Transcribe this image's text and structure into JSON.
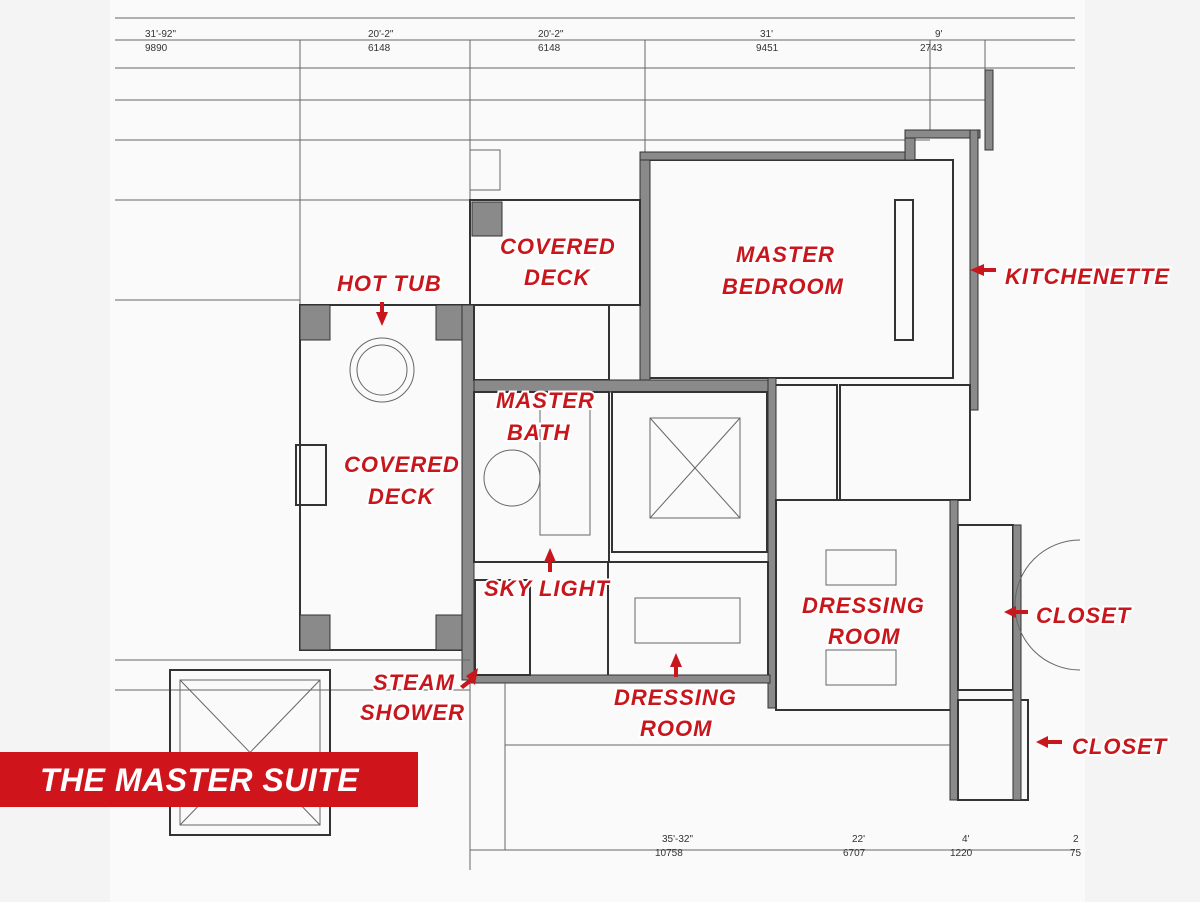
{
  "title": "THE MASTER SUITE",
  "labels": {
    "hot_tub": "HOT TUB",
    "covered_deck_top_1": "COVERED",
    "covered_deck_top_2": "DECK",
    "master_bedroom_1": "MASTER",
    "master_bedroom_2": "BEDROOM",
    "kitchenette": "KITCHENETTE",
    "master_bath_1": "MASTER",
    "master_bath_2": "BATH",
    "covered_deck_1": "COVERED",
    "covered_deck_2": "DECK",
    "sky_light": "SKY LIGHT",
    "steam_shower_1": "STEAM",
    "steam_shower_2": "SHOWER",
    "dressing_room_1_1": "DRESSING",
    "dressing_room_1_2": "ROOM",
    "dressing_room_2_1": "DRESSING",
    "dressing_room_2_2": "ROOM",
    "closet_1": "CLOSET",
    "closet_2": "CLOSET"
  },
  "dimensions_top": [
    {
      "imperial": "31'-92\"",
      "metric": "9890"
    },
    {
      "imperial": "20'-2\"",
      "metric": "6148"
    },
    {
      "imperial": "20'-2\"",
      "metric": "6148"
    },
    {
      "imperial": "31'",
      "metric": "9451"
    },
    {
      "imperial": "9'",
      "metric": "2743"
    }
  ],
  "dimensions_bottom": [
    {
      "imperial": "35'-32\"",
      "metric": "10758"
    },
    {
      "imperial": "22'",
      "metric": "6707"
    },
    {
      "imperial": "4'",
      "metric": "1220"
    },
    {
      "imperial": "2",
      "metric": "75"
    }
  ],
  "colors": {
    "accent": "#d0141c",
    "label": "#c8161d"
  }
}
